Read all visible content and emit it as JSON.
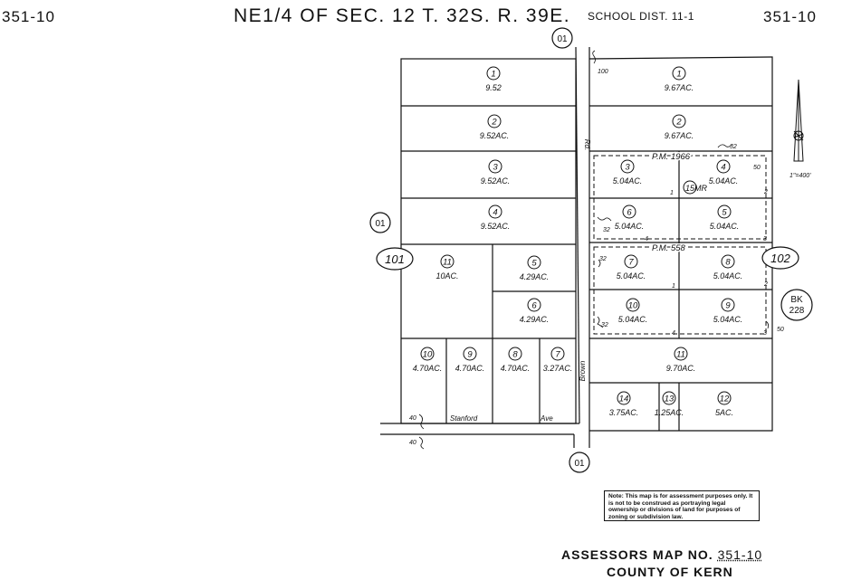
{
  "header": {
    "map_number_left": "351-10",
    "title": "NE1/4 OF SEC. 12 T. 32S. R. 39E.",
    "school_district": "SCHOOL DIST. 11-1",
    "map_number_right": "351-10"
  },
  "scale": "1\"=400'",
  "north_arrow_icon": "north-arrow-icon",
  "adjoining": {
    "top": "01",
    "left": "01",
    "bottom": "01",
    "west_map": "101",
    "east_map": "102",
    "book_label": "BK",
    "book_number": "228"
  },
  "streets": {
    "north_south": [
      "Brown",
      "Rd."
    ],
    "east_west": [
      "Stanford",
      "Ave"
    ]
  },
  "parcel_maps": [
    "P.M. 1966",
    "P.M. 558"
  ],
  "parcel_map_labels": [
    "15MR"
  ],
  "west_parcels": [
    {
      "lot": "1",
      "acres": "9.52"
    },
    {
      "lot": "2",
      "acres": "9.52AC."
    },
    {
      "lot": "3",
      "acres": "9.52AC."
    },
    {
      "lot": "4",
      "acres": "9.52AC."
    },
    {
      "lot": "11",
      "acres": "10AC."
    },
    {
      "lot": "5",
      "acres": "4.29AC."
    },
    {
      "lot": "6",
      "acres": "4.29AC."
    },
    {
      "lot": "10",
      "acres": "4.70AC."
    },
    {
      "lot": "9",
      "acres": "4.70AC."
    },
    {
      "lot": "8",
      "acres": "4.70AC."
    },
    {
      "lot": "7",
      "acres": "3.27AC."
    }
  ],
  "east_parcels": [
    {
      "lot": "1",
      "acres": "9.67AC."
    },
    {
      "lot": "2",
      "acres": "9.67AC."
    },
    {
      "lot": "3",
      "acres": "5.04AC."
    },
    {
      "lot": "4",
      "acres": "5.04AC."
    },
    {
      "lot": "6",
      "acres": "5.04AC."
    },
    {
      "lot": "5",
      "acres": "5.04AC."
    },
    {
      "lot": "7",
      "acres": "5.04AC."
    },
    {
      "lot": "8",
      "acres": "5.04AC."
    },
    {
      "lot": "10",
      "acres": "5.04AC."
    },
    {
      "lot": "9",
      "acres": "5.04AC."
    },
    {
      "lot": "11",
      "acres": "9.70AC."
    },
    {
      "lot": "14",
      "acres": "3.75AC."
    },
    {
      "lot": "13",
      "acres": "1.25AC."
    },
    {
      "lot": "12",
      "acres": "5AC."
    }
  ],
  "dimension_marks": {
    "d100": "100",
    "d32": "32",
    "d50": "50",
    "d40": "40",
    "n1": "1",
    "n2": "2",
    "n3": "3",
    "n4": "4"
  },
  "note": "Note: This map is for assessment purposes only. It is not to be construed as portraying legal ownership or divisions of land for purposes of zoning or subdivision law.",
  "footer": {
    "assessors_label": "ASSESSORS MAP NO.",
    "map_number": "351-10",
    "county": "COUNTY OF KERN"
  }
}
